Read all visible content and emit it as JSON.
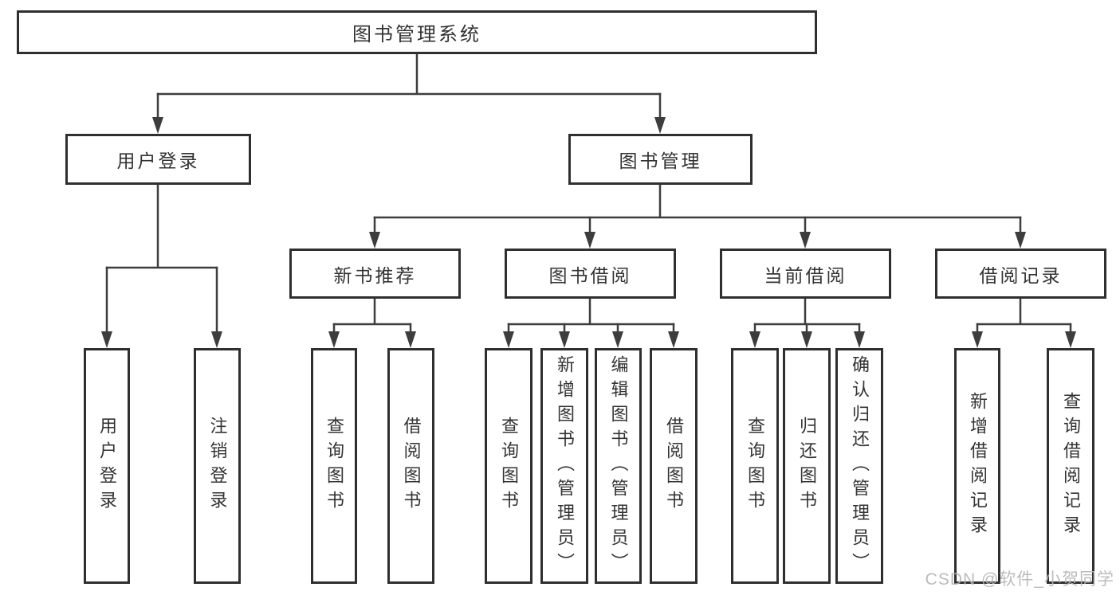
{
  "colors": {
    "line": "#3d3d3d",
    "box_border": "#2f2f2f",
    "text": "#333333",
    "watermark": "#b5b5b5",
    "background": "#ffffff"
  },
  "watermark": {
    "text": "CSDN @软件_小贺同学"
  },
  "tree": {
    "label": "图书管理系统",
    "children": [
      {
        "label": "用户登录",
        "children": [
          {
            "label": "用户登录"
          },
          {
            "label": "注销登录"
          }
        ]
      },
      {
        "label": "图书管理",
        "children": [
          {
            "label": "新书推荐",
            "children": [
              {
                "label": "查询图书"
              },
              {
                "label": "借阅图书"
              }
            ]
          },
          {
            "label": "图书借阅",
            "children": [
              {
                "label": "查询图书"
              },
              {
                "label": "新增图书（管理员）"
              },
              {
                "label": "编辑图书（管理员）"
              },
              {
                "label": "借阅图书"
              }
            ]
          },
          {
            "label": "当前借阅",
            "children": [
              {
                "label": "查询图书"
              },
              {
                "label": "归还图书"
              },
              {
                "label": "确认归还（管理员）"
              }
            ]
          },
          {
            "label": "借阅记录",
            "children": [
              {
                "label": "新增借阅记录"
              },
              {
                "label": "查询借阅记录"
              }
            ]
          }
        ]
      }
    ]
  }
}
